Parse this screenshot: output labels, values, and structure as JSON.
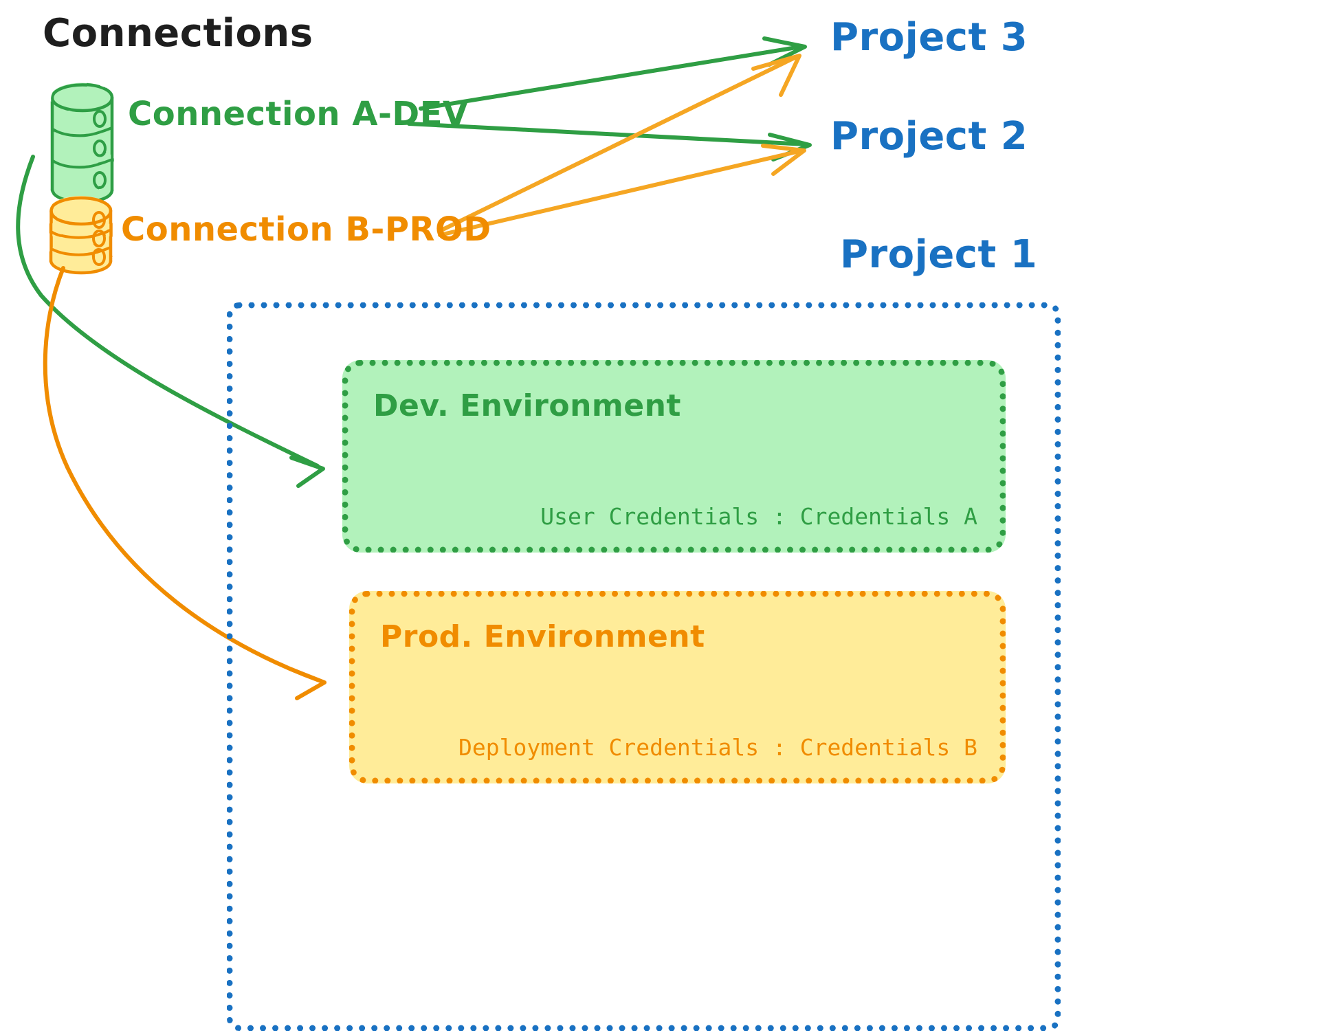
{
  "diagram": {
    "title": "Connections",
    "background": "#ffffff",
    "colors": {
      "title": "#1e1e1e",
      "green": "#2f9e44",
      "green_fill": "#b2f2bb",
      "orange": "#f08c00",
      "orange_fill": "#ffec99",
      "blue": "#1971c2"
    }
  },
  "connections": [
    {
      "id": "connection-a-dev",
      "label": "Connection A-DEV",
      "color": "#2f9e44",
      "icon": "database-cylinder-icon",
      "fill": "#b2f2bb"
    },
    {
      "id": "connection-b-prod",
      "label": "Connection B-PROD",
      "color": "#f08c00",
      "icon": "database-cylinder-icon",
      "fill": "#ffec99"
    }
  ],
  "projects": [
    {
      "id": "project-3",
      "label": "Project 3",
      "color": "#1971c2"
    },
    {
      "id": "project-2",
      "label": "Project 2",
      "color": "#1971c2"
    },
    {
      "id": "project-1",
      "label": "Project 1",
      "color": "#1971c2"
    }
  ],
  "project1": {
    "label": "Project 1",
    "environments": [
      {
        "id": "dev-environment",
        "title": "Dev. Environment",
        "credentials": "User Credentials : Credentials A",
        "color": "#2f9e44",
        "fill": "#b2f2bb"
      },
      {
        "id": "prod-environment",
        "title": "Prod. Environment",
        "credentials": "Deployment Credentials : Credentials B",
        "color": "#f08c00",
        "fill": "#ffec99"
      }
    ]
  },
  "edges": [
    {
      "from": "connection-a-dev",
      "to": "project-3",
      "color": "#2f9e44",
      "style": "straight-arrow"
    },
    {
      "from": "connection-a-dev",
      "to": "project-2",
      "color": "#2f9e44",
      "style": "straight-arrow"
    },
    {
      "from": "connection-a-dev",
      "to": "dev-environment",
      "color": "#2f9e44",
      "style": "curved-arrow"
    },
    {
      "from": "connection-b-prod",
      "to": "project-3",
      "color": "#f5a623",
      "style": "straight-arrow"
    },
    {
      "from": "connection-b-prod",
      "to": "project-2",
      "color": "#f5a623",
      "style": "straight-arrow"
    },
    {
      "from": "connection-b-prod",
      "to": "prod-environment",
      "color": "#f08c00",
      "style": "curved-arrow"
    }
  ]
}
